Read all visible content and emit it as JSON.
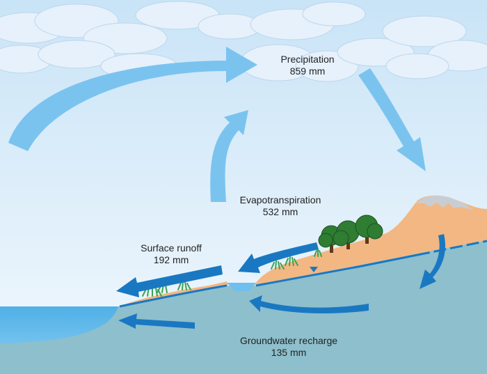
{
  "labels": {
    "precipitation": {
      "name": "Precipitation",
      "value": "859 mm"
    },
    "evapotranspiration": {
      "name": "Evapotranspiration",
      "value": "532 mm"
    },
    "surface_runoff": {
      "name": "Surface runoff",
      "value": "192 mm"
    },
    "groundwater_recharge": {
      "name": "Groundwater recharge",
      "value": "135 mm"
    }
  },
  "colors": {
    "sky_top": "#c9e4f7",
    "sky_bottom": "#f2f8fd",
    "cloud": "#e6f1fb",
    "atmospheric_arrow": "#7bc3ef",
    "flow_arrow": "#1a78c2",
    "groundwater": "#8dbfcc",
    "sea": "#5bb5e8",
    "land": "#f2b783",
    "water_table": "#1a78c2",
    "tree_foliage": "#2e7d32",
    "grass": "#3aa352",
    "snow": "#c9cdd1"
  }
}
